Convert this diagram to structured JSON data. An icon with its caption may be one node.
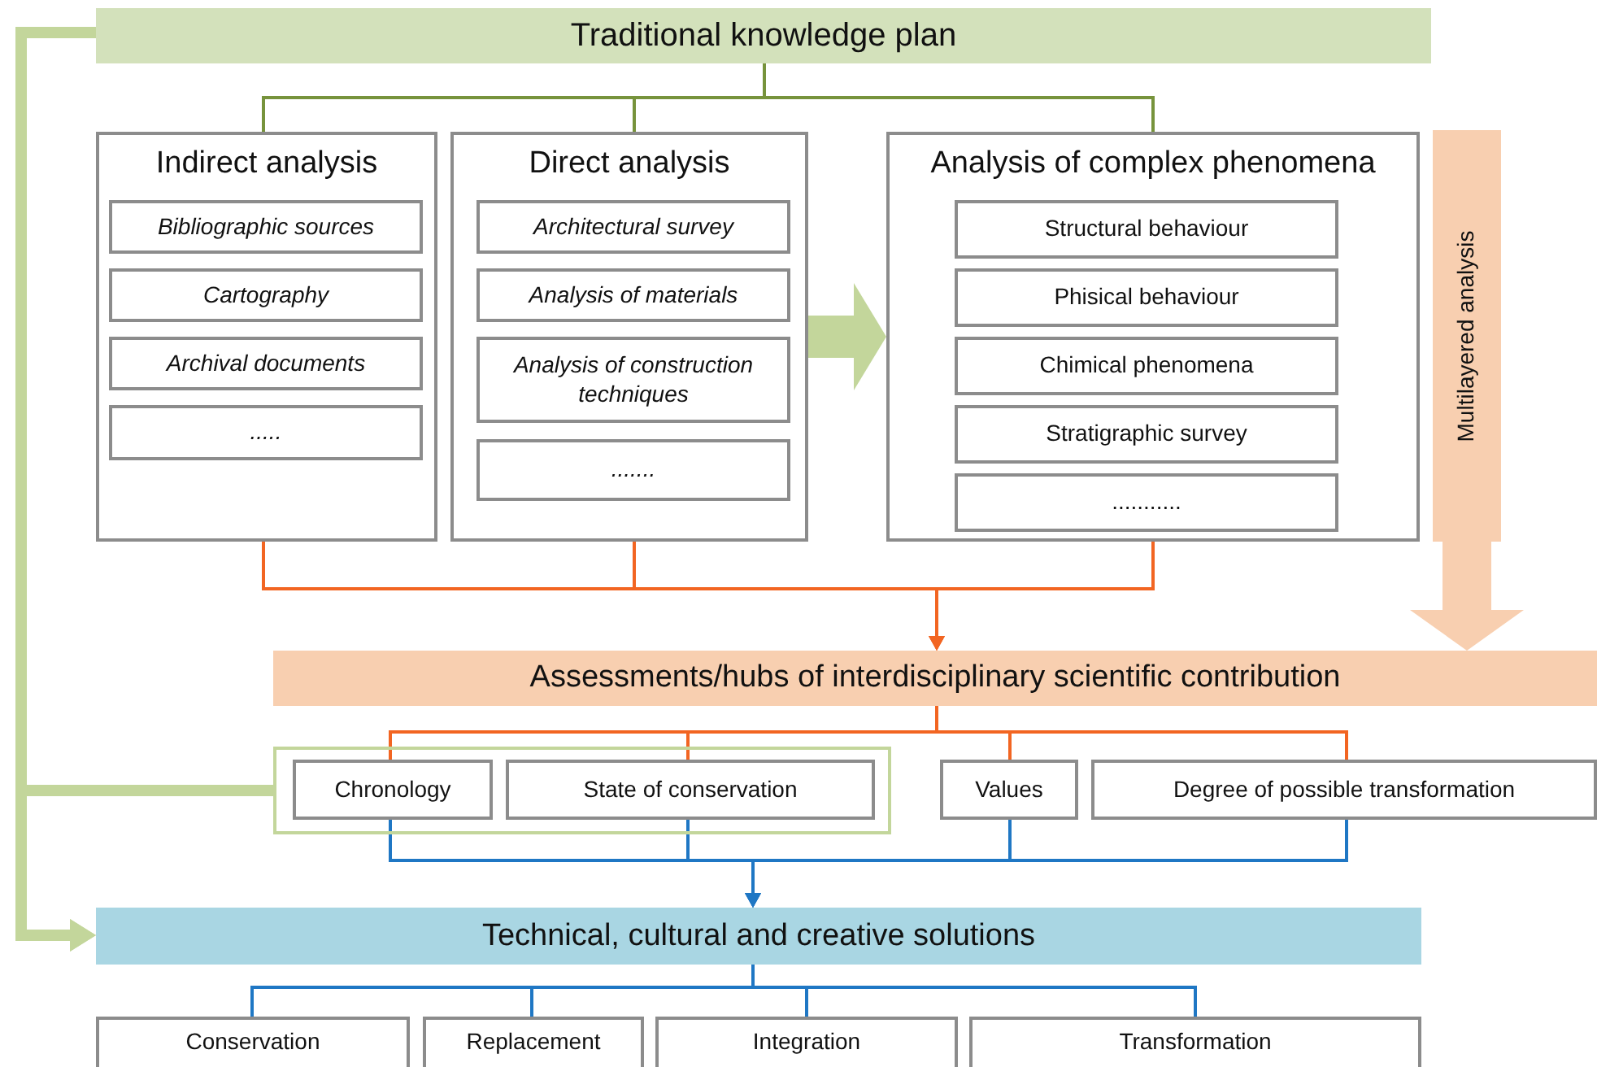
{
  "diagram": {
    "nodes": [
      {
        "text": [
          "Traditional knowledge plan"
        ]
      },
      {
        "text": [
          "Indirect analysis"
        ]
      },
      {
        "text": [
          "Bibliographic sources"
        ],
        "in": 1
      },
      {
        "text": [
          "Cartography"
        ],
        "in": 1
      },
      {
        "text": [
          "Archival documents"
        ],
        "in": 1
      },
      {
        "text": [
          "....."
        ],
        "in": 1
      },
      {
        "text": [
          "Direct analysis"
        ]
      },
      {
        "text": [
          "Architectural survey"
        ],
        "in": 6
      },
      {
        "text": [
          "Analysis of materials"
        ],
        "in": 6
      },
      {
        "text": [
          "Analysis of construction techniques"
        ],
        "in": 6
      },
      {
        "text": [
          "......."
        ],
        "in": 6
      },
      {
        "text": [
          "Analysis of complex phenomena"
        ]
      },
      {
        "text": [
          "Structural behaviour"
        ],
        "in": 11
      },
      {
        "text": [
          "Phisical behaviour"
        ],
        "in": 11
      },
      {
        "text": [
          "Chimical phenomena"
        ],
        "in": 11
      },
      {
        "text": [
          "Stratigraphic survey"
        ],
        "in": 11
      },
      {
        "text": [
          "..........."
        ],
        "in": 11
      },
      {
        "text": [
          "Multilayered analysis"
        ]
      },
      {
        "text": [
          "Assessments/hubs of interdisciplinary scientific contribution"
        ]
      },
      {
        "text": [],
        "shape": "box"
      },
      {
        "text": [
          "Chronology"
        ],
        "in": 19
      },
      {
        "text": [
          "State of conservation"
        ],
        "in": 19
      },
      {
        "text": [
          "Values"
        ]
      },
      {
        "text": [
          "Degree of possible transformation"
        ]
      },
      {
        "text": [
          "Technical, cultural and creative solutions"
        ]
      },
      {
        "text": [
          "Conservation"
        ]
      },
      {
        "text": [
          "Replacement"
        ]
      },
      {
        "text": [
          "Integration"
        ]
      },
      {
        "text": [
          "Transformation"
        ]
      }
    ],
    "edges": [
      {
        "from": 0,
        "to": 1,
        "arrow": "none",
        "color": "#77933c"
      },
      {
        "from": 0,
        "to": 6,
        "arrow": "none",
        "color": "#77933c"
      },
      {
        "from": 0,
        "to": 11,
        "arrow": "none",
        "color": "#77933c"
      },
      {
        "from": 6,
        "to": 11,
        "arrow": "to",
        "style": "thick",
        "color": "#c3d69b"
      },
      {
        "from": 1,
        "to": 18,
        "arrow": "to",
        "color": "#f26522"
      },
      {
        "from": 6,
        "to": 18,
        "arrow": "to",
        "color": "#f26522"
      },
      {
        "from": 11,
        "to": 18,
        "arrow": "to",
        "color": "#f26522"
      },
      {
        "from": 18,
        "to": 20,
        "arrow": "none",
        "color": "#f26522"
      },
      {
        "from": 18,
        "to": 21,
        "arrow": "none",
        "color": "#f26522"
      },
      {
        "from": 18,
        "to": 22,
        "arrow": "none",
        "color": "#f26522"
      },
      {
        "from": 18,
        "to": 23,
        "arrow": "none",
        "color": "#f26522"
      },
      {
        "from": 20,
        "to": 24,
        "arrow": "to"
      },
      {
        "from": 21,
        "to": 24,
        "arrow": "to"
      },
      {
        "from": 22,
        "to": 24,
        "arrow": "to"
      },
      {
        "from": 23,
        "to": 24,
        "arrow": "to"
      },
      {
        "from": 24,
        "to": 25,
        "arrow": "none"
      },
      {
        "from": 24,
        "to": 26,
        "arrow": "none"
      },
      {
        "from": 24,
        "to": 27,
        "arrow": "none"
      },
      {
        "from": 24,
        "to": 28,
        "arrow": "none"
      },
      {
        "from": 0,
        "to": 24,
        "arrow": "to",
        "style": "thick",
        "color": "#c3d69b"
      },
      {
        "from": 19,
        "to": 24,
        "arrow": "to",
        "style": "thick",
        "color": "#c3d69b"
      },
      {
        "from": 17,
        "to": 18,
        "arrow": "to",
        "style": "thick",
        "color": "#f8cfb0"
      }
    ]
  }
}
